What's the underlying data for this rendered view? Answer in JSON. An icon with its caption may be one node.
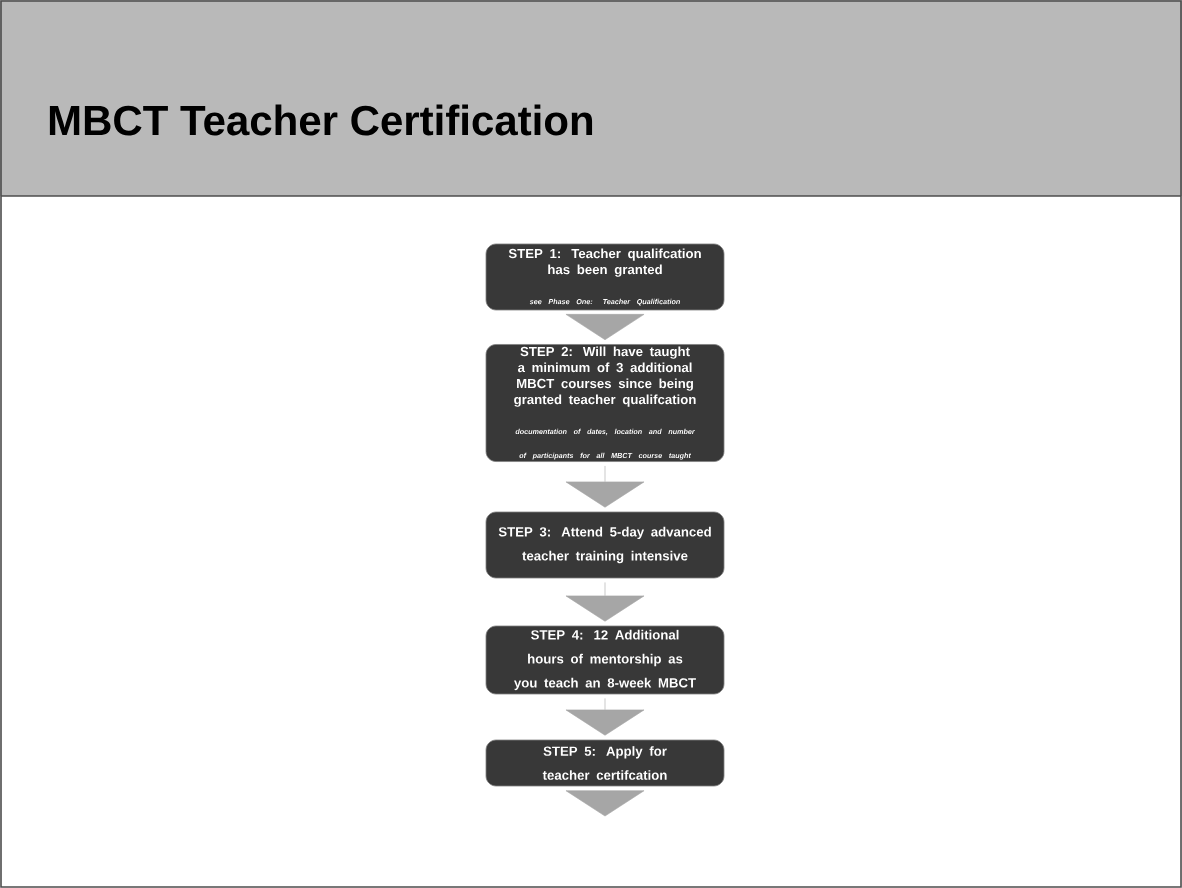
{
  "diagram": {
    "title": "MBCT Teacher Certification",
    "nodes": [
      {
        "text": [
          "STEP 1: Teacher qualifcation has been granted",
          "see Phase One: Teacher Qualification"
        ]
      },
      {
        "text": [
          "STEP 2: Will have taught a minimum of 3 additional MBCT courses since being granted teacher qualifcation",
          "documentation of dates, location and number of participants for all MBCT course taught"
        ]
      },
      {
        "text": [
          "STEP 3: Attend 5-day advanced teacher training intensive"
        ]
      },
      {
        "text": [
          "STEP 4: 12 Additional hours of mentorship as you teach an 8-week MBCT"
        ]
      },
      {
        "text": [
          "STEP 5: Apply for teacher certifcation"
        ]
      }
    ],
    "edges": [
      {
        "from": 0,
        "to": 1,
        "arrow": "to"
      },
      {
        "from": 1,
        "to": 2,
        "arrow": "to"
      },
      {
        "from": 2,
        "to": 3,
        "arrow": "to"
      },
      {
        "from": 3,
        "to": 4,
        "arrow": "to"
      },
      {
        "from": 4,
        "to": null,
        "arrow": "to"
      }
    ]
  }
}
